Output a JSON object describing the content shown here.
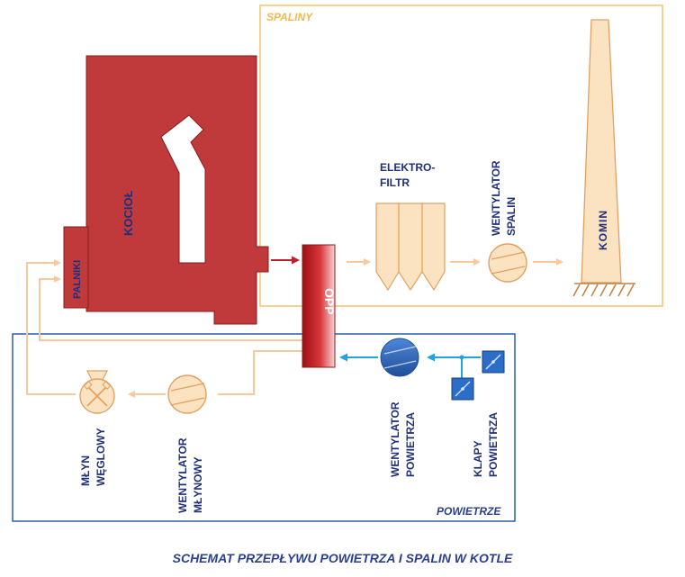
{
  "regions": {
    "flue_gas": "SPALINY",
    "air": "POWIETRZE"
  },
  "components": {
    "boiler": "KOCIOŁ",
    "burners": "PALNIKI",
    "air_preheater": "OPP",
    "electrofilter_line1": "ELEKTRO-",
    "electrofilter_line2": "FILTR",
    "flue_fan_line1": "WENTYLATOR",
    "flue_fan_line2": "SPALIN",
    "chimney": "KOMIN",
    "coal_mill_line1": "MŁYN",
    "coal_mill_line2": "WĘGLOWY",
    "mill_fan_line1": "WENTYLATOR",
    "mill_fan_line2": "MŁYNOWY",
    "air_fan_line1": "WENTYLATOR",
    "air_fan_line2": "POWIETRZA",
    "air_dampers_line1": "KLAPY",
    "air_dampers_line2": "POWIETRZA"
  },
  "caption": "SCHEMAT PRZEPŁYWU POWIETRZA I SPALIN W KOTLE",
  "colors": {
    "boiler_red": "#c0393b",
    "boiler_edge": "#8a1c1c",
    "flue_region": "#f5c06a",
    "air_region": "#2c5fa8",
    "equipment_fill": "#fbe3c2",
    "equipment_edge": "#e0a160",
    "cold_air_arrow": "#22a3e0",
    "hot_gas_arrow": "#c0202a",
    "warm_air_line": "#f7c99c",
    "label_blue": "#243b85"
  }
}
